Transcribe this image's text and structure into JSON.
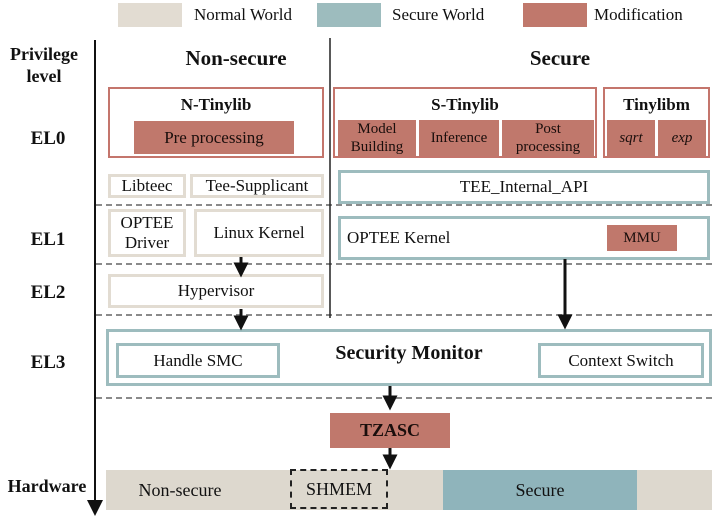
{
  "colors": {
    "normal_world": "#e2dcd2",
    "secure_world": "#9dbcbe",
    "modification": "#c0786c",
    "hardware_bar": "#ddd8ce",
    "secure_region": "#8fb4bb"
  },
  "legend": [
    {
      "label": "Normal World"
    },
    {
      "label": "Secure World"
    },
    {
      "label": "Modification"
    }
  ],
  "axis_title": "Privilege level",
  "levels": {
    "el0": "EL0",
    "el1": "EL1",
    "el2": "EL2",
    "el3": "EL3",
    "hardware": "Hardware"
  },
  "columns": {
    "non_secure": "Non-secure",
    "secure": "Secure"
  },
  "el0": {
    "n_tinylib": {
      "title": "N-Tinylib",
      "pre_processing": "Pre processing"
    },
    "s_tinylib": {
      "title": "S-Tinylib",
      "model_building": "Model Building",
      "inference": "Inference",
      "post_processing": "Post processing"
    },
    "tinylibm": {
      "title": "Tinylibm",
      "sqrt": "sqrt",
      "exp": "exp"
    },
    "libteec": "Libteec",
    "tee_supplicant": "Tee-Supplicant",
    "tee_internal_api": "TEE_Internal_API"
  },
  "el1": {
    "optee_driver": "OPTEE Driver",
    "linux_kernel": "Linux Kernel",
    "optee_kernel": "OPTEE Kernel",
    "mmu": "MMU"
  },
  "el2": {
    "hypervisor": "Hypervisor"
  },
  "el3": {
    "security_monitor": "Security Monitor",
    "handle_smc": "Handle SMC",
    "context_switch": "Context Switch"
  },
  "tzasc": "TZASC",
  "hardware": {
    "non_secure": "Non-secure",
    "shmem": "SHMEM",
    "secure": "Secure"
  }
}
